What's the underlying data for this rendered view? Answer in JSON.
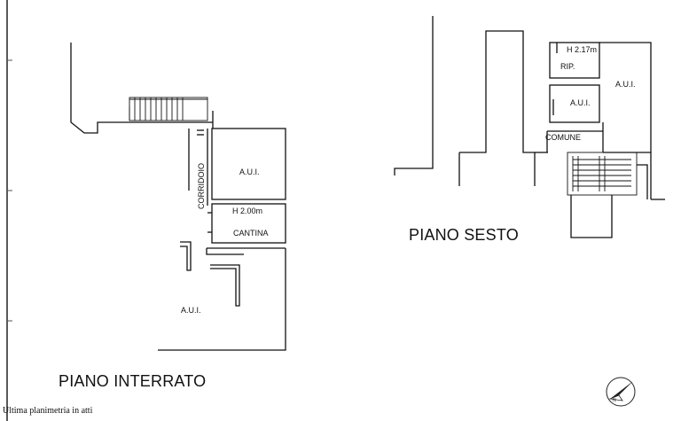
{
  "labels": {
    "corridoio": "CORRIDOIO",
    "aui_interrato_top": "A.U.I.",
    "h_cantina": "H  2.00m",
    "cantina": "CANTINA",
    "aui_interrato_bottom": "A.U.I.",
    "h_sesto": "H  2.17m",
    "rip": "RIP.",
    "aui_sesto_small": "A.U.I.",
    "aui_sesto_right": "A.U.I.",
    "comune": "COMUNE"
  },
  "titles": {
    "piano_interrato": "PIANO INTERRATO",
    "piano_sesto": "PIANO SESTO"
  },
  "footer": "Ultima planimetria in atti",
  "compass": {
    "icon": "north-arrow-icon"
  }
}
